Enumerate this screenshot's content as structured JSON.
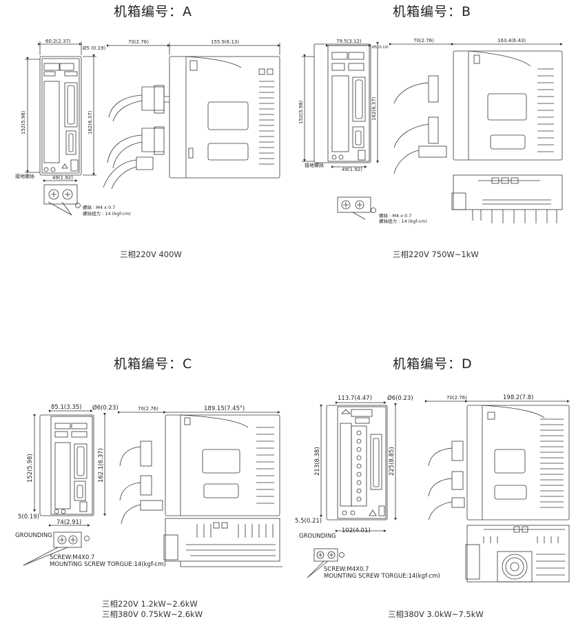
{
  "panels": [
    {
      "title": "机箱编号：A",
      "caption_lines": [
        "三相220V 400W"
      ],
      "dims": {
        "width": "60.2(2.37)",
        "hole": "Ø5 (0.19)",
        "depth_front": "70(2.76)",
        "depth": "155.9(6.13)",
        "height_outer": "152(5.98)",
        "height_inner": "162(6.37)",
        "bottom": "49(1.92)"
      },
      "ground_label": "接地螺絲",
      "screw_lines": [
        "螺絲 : M4 x 0.7",
        "螺絲扭力 : 14 (kgf-cm)"
      ]
    },
    {
      "title": "机箱编号：B",
      "caption_lines": [
        "三相220V 750W~1kW"
      ],
      "dims": {
        "width": "79.5(3.12)",
        "hole": "Ø5 (0.19)",
        "depth_front": "70(2.76)",
        "depth": "163.4(6.43)",
        "height_outer": "152(5.98)",
        "height_inner": "162(6.37)",
        "bottom": "49(1.92)"
      },
      "ground_label": "接地螺絲",
      "screw_lines": [
        "螺絲 : M4 x 0.7",
        "螺絲扭力 : 14 (kgf-cm)"
      ]
    },
    {
      "title": "机箱编号：C",
      "caption_lines": [
        "三相220V 1.2kW~2.6kW",
        "三相380V 0.75kW~2.6kW"
      ],
      "dims": {
        "width": "85.1(3.35)",
        "hole": "Ø6(0.23)",
        "depth_front": "70(2.76)",
        "depth": "189.15(7.45\")",
        "height_outer": "152(5.98)",
        "height_inner": "162.1(6.37)",
        "bottom": "74(2.91)",
        "side": "5(0.19)"
      },
      "ground_label": "GROUNDING",
      "screw_lines": [
        "SCREW:M4X0.7",
        "MOUNTING SCREW TORGUE:14(kgf-cm)"
      ]
    },
    {
      "title": "机箱编号：D",
      "caption_lines": [
        "三相380V 3.0kW~7.5kW"
      ],
      "dims": {
        "width": "113.7(4.47)",
        "hole": "Ø6(0.23)",
        "depth_front": "70(2.76)",
        "depth": "198.2(7.8)",
        "height_outer": "213(8.38)",
        "height_inner": "225(8.85)",
        "bottom": "102(4.01)",
        "side": "5.5(0.21)"
      },
      "ground_label": "GROUNDING",
      "screw_lines": [
        "SCREW:M4X0.7",
        "MOUNTING SCREW TORGUE:14(kgf-cm)"
      ]
    }
  ]
}
